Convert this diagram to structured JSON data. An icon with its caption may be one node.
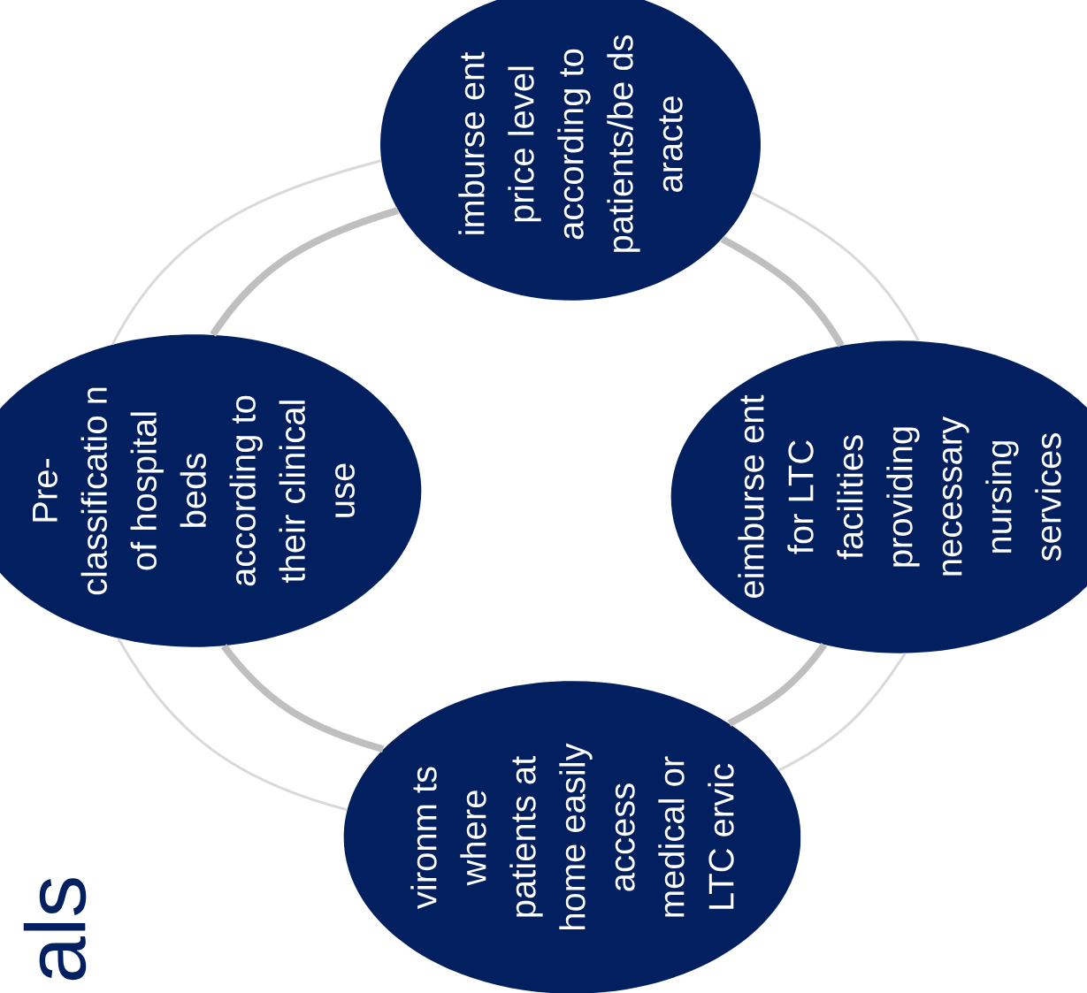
{
  "diagram": {
    "nodes": [
      {
        "text": [
          "imburse ent price level according to patients/be ds aracte"
        ]
      },
      {
        "text": [
          "eimburse ent for LTC facilities providing necessary nursing services"
        ]
      },
      {
        "text": [
          "vironm ts where patients at home easily access medical or LTC ervic"
        ]
      },
      {
        "text": [
          "Pre- classificatio n of hospital beds according to their clinical use"
        ]
      }
    ],
    "edges": [
      {
        "from": 0,
        "to": 1,
        "arrow": "none",
        "style": "thick",
        "color": "#bfbfbf"
      },
      {
        "from": 1,
        "to": 2,
        "arrow": "none",
        "style": "thick",
        "color": "#bfbfbf"
      },
      {
        "from": 2,
        "to": 3,
        "arrow": "none",
        "style": "thick",
        "color": "#bfbfbf"
      },
      {
        "from": 3,
        "to": 0,
        "arrow": "none",
        "style": "thick",
        "color": "#bfbfbf"
      },
      {
        "from": 0,
        "to": 1,
        "arrow": "none"
      },
      {
        "from": 1,
        "to": 2,
        "arrow": "none"
      },
      {
        "from": 2,
        "to": 3,
        "arrow": "none"
      },
      {
        "from": 3,
        "to": 0,
        "arrow": "none"
      }
    ],
    "labels": [
      "als"
    ]
  }
}
